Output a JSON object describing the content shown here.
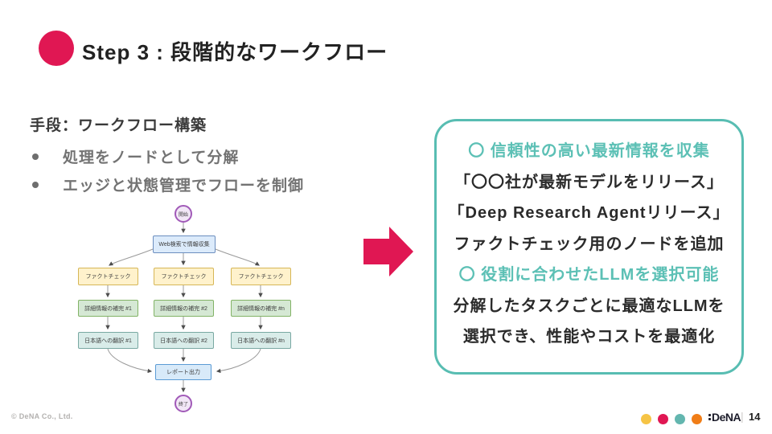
{
  "header": {
    "title": "Step 3 : 段階的なワークフロー"
  },
  "left": {
    "section_heading": "手段：ワークフロー構築",
    "bullets": [
      "処理をノードとして分解",
      "エッジと状態管理でフローを制御"
    ]
  },
  "flowchart": {
    "start_label": "開始",
    "web_search": "Web検索で情報収集",
    "fact_check": [
      "ファクトチェック",
      "ファクトチェック",
      "ファクトチェック"
    ],
    "detail": [
      "詳細情報の補完 #1",
      "詳細情報の補完 #2",
      "詳細情報の補完 #n"
    ],
    "translate": [
      "日本語への翻訳 #1",
      "日本語への翻訳 #2",
      "日本語への翻訳 #n"
    ],
    "report": "レポート出力",
    "end_label": "終了"
  },
  "callout": {
    "lines": [
      {
        "text": "〇 信頼性の高い最新情報を収集",
        "style": "teal"
      },
      {
        "text": "「〇〇社が最新モデルをリリース」",
        "style": "dark"
      },
      {
        "text": "「Deep Research Agentリリース」",
        "style": "dark"
      },
      {
        "text": "ファクトチェック用のノードを追加",
        "style": "dark"
      },
      {
        "text": "〇 役割に合わせたLLMを選択可能",
        "style": "teal"
      },
      {
        "text": "分解したタスクごとに最適なLLMを",
        "style": "dark"
      },
      {
        "text": "選択でき、性能やコストを最適化",
        "style": "dark"
      }
    ]
  },
  "footer": {
    "copyright": "© DeNA Co., Ltd.",
    "logo_text": "DeNA",
    "separator": "|",
    "page_number": "14",
    "dot_colors": [
      "#F6C445",
      "#E01753",
      "#63B6AF",
      "#F07D17"
    ]
  },
  "colors": {
    "accent_red": "#E01753",
    "teal_text": "#5CC0B5",
    "callout_border": "#58BDB2"
  }
}
